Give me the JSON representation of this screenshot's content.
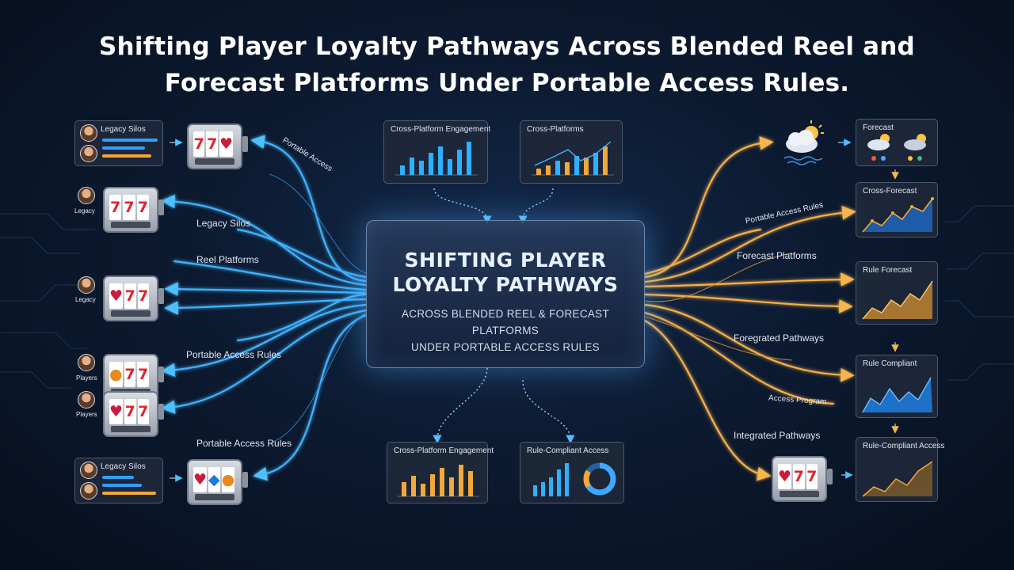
{
  "title": {
    "line1": "Shifting Player Loyalty Pathways Across Blended Reel and",
    "line2": "Forecast Platforms Under Portable Access Rules."
  },
  "center": {
    "title_line1": "SHIFTING PLAYER",
    "title_line2": "LOYALTY PATHWAYS",
    "subtitle_line1": "ACROSS BLENDED REEL & FORECAST PLATFORMS",
    "subtitle_line2": "UNDER PORTABLE ACCESS RULES"
  },
  "top_panels": {
    "left_title": "Cross-Platform Engagement",
    "right_title": "Cross-Platforms"
  },
  "bottom_panels": {
    "left_title": "Cross-Platform Engagement",
    "right_title": "Rule-Compliant Access"
  },
  "left": {
    "panel_top_title": "Legacy Silos",
    "panel_bottom_title": "Legacy Silos",
    "path_label_top": "Portable Access",
    "label_legacy": "Legacy Silos",
    "label_reel": "Reel Platforms",
    "label_portable_1": "Portable Access Rules",
    "label_portable_2": "Portable Access Rules",
    "player_tag_1": "Legacy",
    "player_tag_2": "Legacy",
    "player_tag_3": "Players",
    "player_tag_4": "Players"
  },
  "right": {
    "panel_forecast": "Forecast",
    "panel_cross_forecast": "Cross-Forecast",
    "panel_rule_forecast": "Rule Forecast",
    "panel_rule_compliant": "Rule Compliant",
    "panel_rule_compliant_access": "Rule-Compliant Access",
    "label_portable": "Portable Access Rules",
    "label_forecast_platforms": "Forecast Platforms",
    "label_foregrated": "Foregrated Pathways",
    "label_access_program": "Access Program",
    "label_integrated": "Integrated Pathways"
  },
  "colors": {
    "blue_flow": "#3fb3ff",
    "orange_flow": "#f5b04a",
    "background": "#0c1a30",
    "panel": "#1e283a"
  },
  "icons": [
    "slot-machine-icon",
    "avatar-icon",
    "weather-icon",
    "arrow-icon"
  ]
}
